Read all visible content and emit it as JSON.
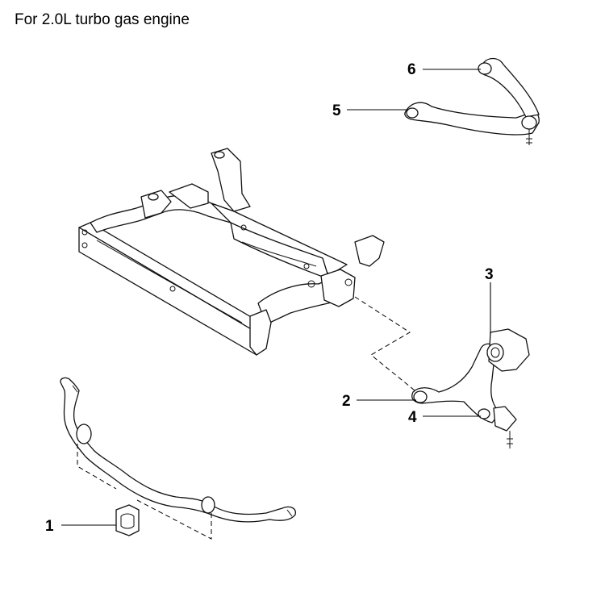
{
  "diagram": {
    "caption": "For 2.0L turbo gas engine",
    "callouts": [
      {
        "id": "1",
        "label": "1"
      },
      {
        "id": "2",
        "label": "2"
      },
      {
        "id": "3",
        "label": "3"
      },
      {
        "id": "4",
        "label": "4"
      },
      {
        "id": "5",
        "label": "5"
      },
      {
        "id": "6",
        "label": "6"
      }
    ]
  }
}
